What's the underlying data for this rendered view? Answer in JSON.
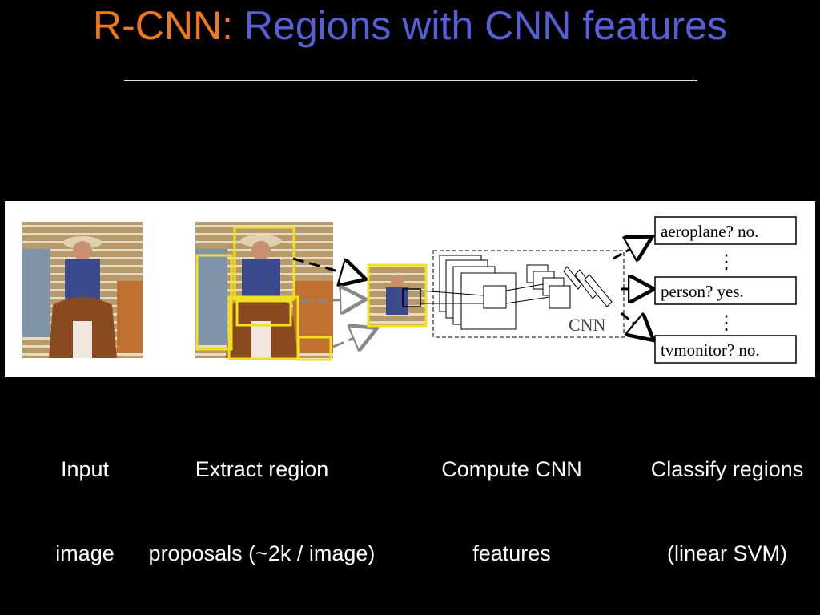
{
  "title": {
    "part1": "R-CNN:",
    "part2": " Regions with CNN features"
  },
  "diagram": {
    "cnn_label": "CNN",
    "classes": [
      "aeroplane? no.",
      "person? yes.",
      "tvmonitor? no."
    ],
    "dots": "⋮"
  },
  "captions": {
    "input_line1": "Input",
    "input_line2": "image",
    "extract_line1": "Extract region",
    "extract_line2": "proposals (~2k / image)",
    "compute_line1": "Compute CNN",
    "compute_line2": "features",
    "classify_line1": "Classify regions",
    "classify_line2": "(linear SVM)"
  },
  "colors": {
    "title_orange": "#f07a1a",
    "title_blue": "#5560d8",
    "proposal_box": "#f0e020"
  }
}
